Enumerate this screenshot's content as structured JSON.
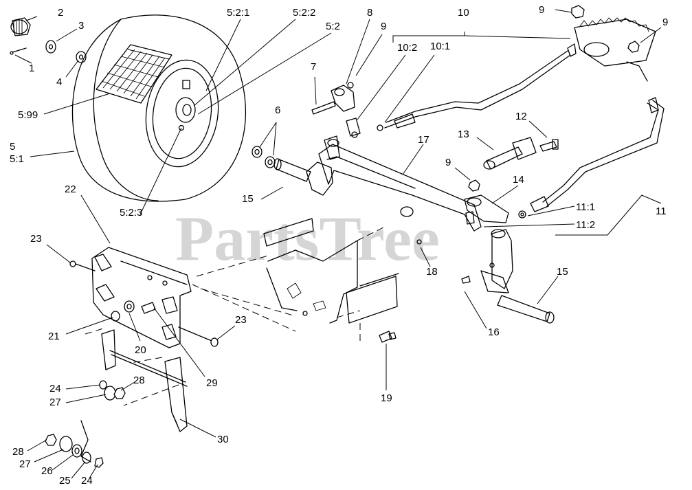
{
  "watermark": "PartsTree",
  "callouts": [
    {
      "id": "c-2",
      "label": "2"
    },
    {
      "id": "c-3",
      "label": "3"
    },
    {
      "id": "c-1",
      "label": "1"
    },
    {
      "id": "c-4",
      "label": "4"
    },
    {
      "id": "c-5-99",
      "label": "5:99"
    },
    {
      "id": "c-5",
      "label": "5"
    },
    {
      "id": "c-5-1",
      "label": "5:1"
    },
    {
      "id": "c-5-2-1",
      "label": "5:2:1"
    },
    {
      "id": "c-5-2-2",
      "label": "5:2:2"
    },
    {
      "id": "c-5-2",
      "label": "5:2"
    },
    {
      "id": "c-5-2-3",
      "label": "5:2:3"
    },
    {
      "id": "c-6",
      "label": "6"
    },
    {
      "id": "c-7",
      "label": "7"
    },
    {
      "id": "c-8",
      "label": "8"
    },
    {
      "id": "c-9a",
      "label": "9"
    },
    {
      "id": "c-10",
      "label": "10"
    },
    {
      "id": "c-10-2",
      "label": "10:2"
    },
    {
      "id": "c-10-1",
      "label": "10:1"
    },
    {
      "id": "c-9b",
      "label": "9"
    },
    {
      "id": "c-9c",
      "label": "9"
    },
    {
      "id": "c-12",
      "label": "12"
    },
    {
      "id": "c-13",
      "label": "13"
    },
    {
      "id": "c-17",
      "label": "17"
    },
    {
      "id": "c-9d",
      "label": "9"
    },
    {
      "id": "c-14",
      "label": "14"
    },
    {
      "id": "c-11",
      "label": "11"
    },
    {
      "id": "c-11-1",
      "label": "11:1"
    },
    {
      "id": "c-11-2",
      "label": "11:2"
    },
    {
      "id": "c-15a",
      "label": "15"
    },
    {
      "id": "c-22",
      "label": "22"
    },
    {
      "id": "c-23a",
      "label": "23"
    },
    {
      "id": "c-18",
      "label": "18"
    },
    {
      "id": "c-15b",
      "label": "15"
    },
    {
      "id": "c-16",
      "label": "16"
    },
    {
      "id": "c-21",
      "label": "21"
    },
    {
      "id": "c-20",
      "label": "20"
    },
    {
      "id": "c-23b",
      "label": "23"
    },
    {
      "id": "c-29",
      "label": "29"
    },
    {
      "id": "c-19",
      "label": "19"
    },
    {
      "id": "c-24a",
      "label": "24"
    },
    {
      "id": "c-28a",
      "label": "28"
    },
    {
      "id": "c-27a",
      "label": "27"
    },
    {
      "id": "c-30",
      "label": "30"
    },
    {
      "id": "c-28b",
      "label": "28"
    },
    {
      "id": "c-27b",
      "label": "27"
    },
    {
      "id": "c-26",
      "label": "26"
    },
    {
      "id": "c-25",
      "label": "25"
    },
    {
      "id": "c-24b",
      "label": "24"
    }
  ]
}
